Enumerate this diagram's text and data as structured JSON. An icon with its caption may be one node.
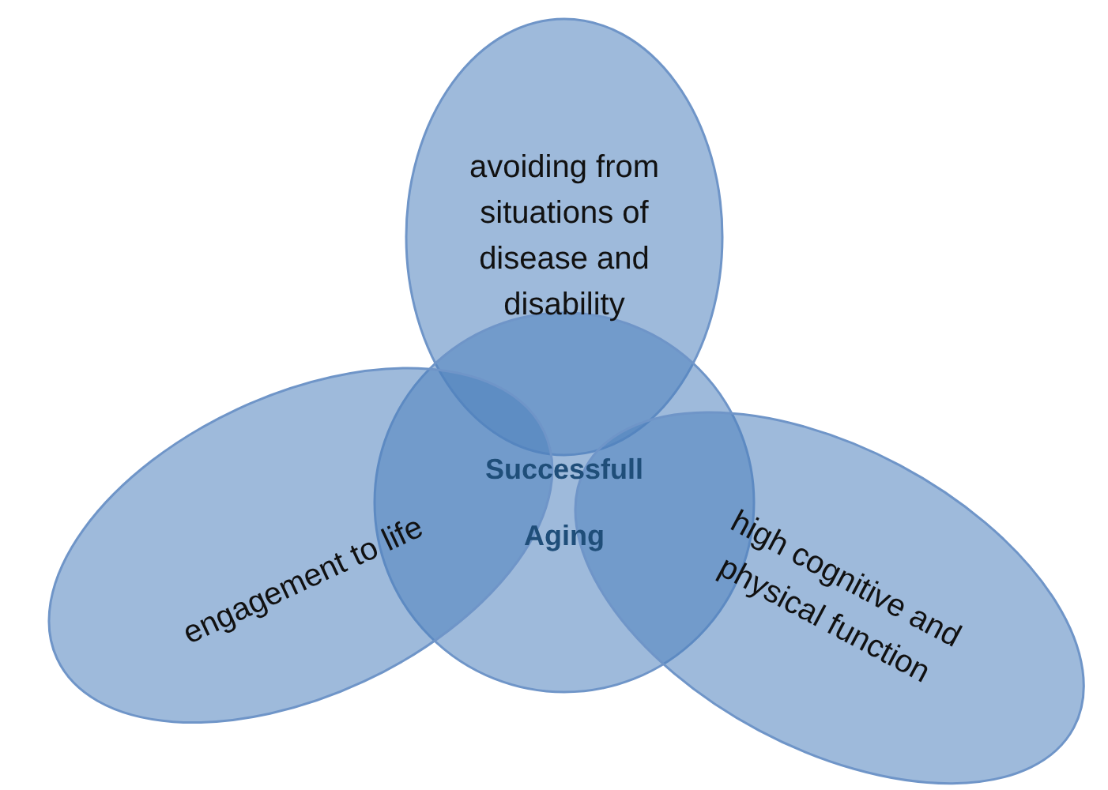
{
  "diagram": {
    "nodes": [
      {
        "text": [
          "avoiding from situations of disease and disability"
        ]
      },
      {
        "text": [
          "Successfull Aging"
        ]
      },
      {
        "text": [
          "engagement to life"
        ]
      },
      {
        "text": [
          "high cognitive and physical function"
        ]
      }
    ],
    "edges": []
  }
}
